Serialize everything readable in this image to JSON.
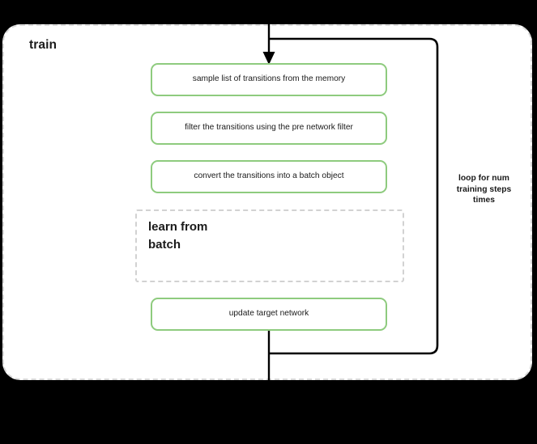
{
  "diagram": {
    "title": "train",
    "container": {
      "label": "train",
      "border_style": "dashed",
      "border_color": "#d9d9d9"
    },
    "accent_color": "#8ecb7e",
    "line_color": "#000000",
    "steps": [
      {
        "id": "sample",
        "label": "sample list of transitions from the memory"
      },
      {
        "id": "filter",
        "label": "filter the transitions using the pre network filter"
      },
      {
        "id": "convert",
        "label": "convert the transitions into a batch object"
      },
      {
        "id": "update",
        "label": "update target network"
      }
    ],
    "subgraph": {
      "id": "learn-from-batch",
      "label": "learn from batch",
      "border_style": "dashed",
      "border_color": "#d2d2d2"
    },
    "loop": {
      "caption": "loop for num\ntraining steps\ntimes"
    }
  }
}
